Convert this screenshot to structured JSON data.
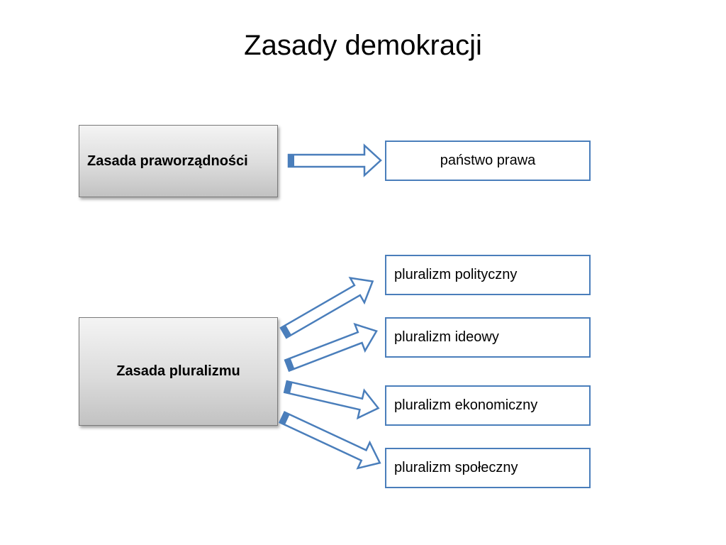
{
  "title": "Zasady demokracji",
  "principles": {
    "rule_of_law": {
      "label": "Zasada praworządności",
      "outcomes": [
        "państwo prawa"
      ]
    },
    "pluralism": {
      "label": "Zasada pluralizmu",
      "outcomes": [
        "pluralizm polityczny",
        "pluralizm ideowy",
        "pluralizm ekonomiczny",
        "pluralizm społeczny"
      ]
    }
  },
  "colors": {
    "arrow_stroke": "#4a7ebb",
    "arrow_tail": "#4a7ebb",
    "box_border": "#4a7ebb"
  }
}
